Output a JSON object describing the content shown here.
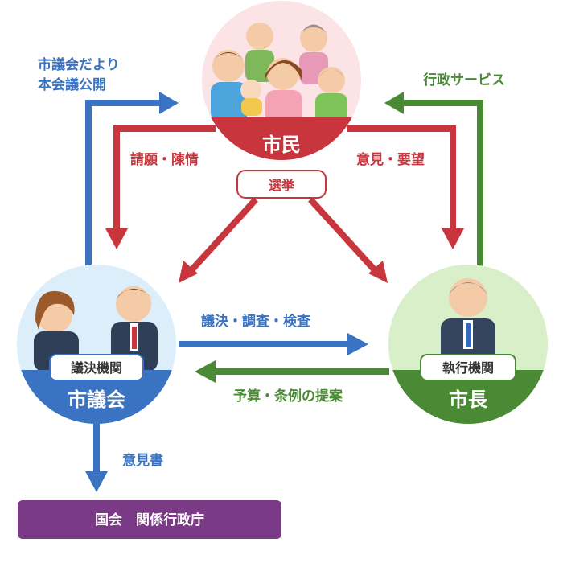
{
  "nodes": {
    "citizens": {
      "title": "市民",
      "badge": "選挙"
    },
    "council": {
      "title": "市議会",
      "badge": "議決機関"
    },
    "mayor": {
      "title": "市長",
      "badge": "執行機関"
    },
    "national": {
      "title": "国会　関係行政庁"
    }
  },
  "flows": {
    "council_to_citizens": {
      "line1": "市議会だより",
      "line2": "本会議公開"
    },
    "mayor_to_citizens": "行政サービス",
    "citizens_to_council": "請願・陳情",
    "citizens_to_mayor": "意見・要望",
    "council_to_mayor": "議決・調査・検査",
    "mayor_to_council": "予算・条例の提案",
    "council_to_national": "意見書"
  },
  "colors": {
    "citizens_red": "#c8353d",
    "citizens_bg": "#fbe3e6",
    "council_blue": "#3a73c2",
    "council_bg": "#dceefa",
    "mayor_green": "#4a8a35",
    "mayor_bg": "#d8efca",
    "national_purple": "#7b3a86"
  },
  "icons": [
    "family-illustration",
    "council-members-illustration",
    "mayor-illustration"
  ]
}
